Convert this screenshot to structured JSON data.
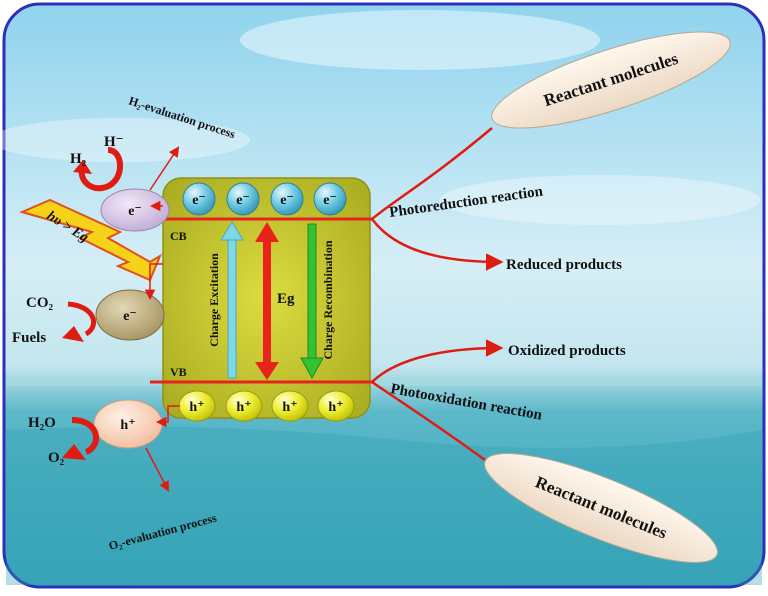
{
  "labels": {
    "h2_evaluation": "H₂-evaluation process",
    "o2_evaluation": "O₂-evaluation process",
    "photoreduction": "Photoreduction reaction",
    "photooxidation": "Photooxidation reaction",
    "reduced_products": "Reduced products",
    "oxidized_products": "Oxidized products",
    "reactant_top": "Reactant molecules",
    "reactant_bottom": "Reactant molecules",
    "cb": "CB",
    "vb": "VB",
    "eg": "Eg",
    "charge_excitation": "Charge Excitation",
    "charge_recombination": "Charge Recombination",
    "photon": "hυ > Eg",
    "electron": "e⁻",
    "hole": "h⁺",
    "h2": "H₂",
    "h_minus": "H⁻",
    "co2": "CO₂",
    "fuels": "Fuels",
    "h2o": "H₂O",
    "o2": "O₂"
  },
  "colors": {
    "frame": "#2c2fb8",
    "semiconductor": "#c6c82a",
    "band_line": "#e8231b",
    "electron_fill": "#5fc1d8",
    "hole_fill": "#eaea2a",
    "reactant_fill": "#f5e8d8",
    "arrow_red": "#e01b12",
    "excitation_arrow": "#7fd8e8",
    "recombination_arrow": "#34c232"
  }
}
